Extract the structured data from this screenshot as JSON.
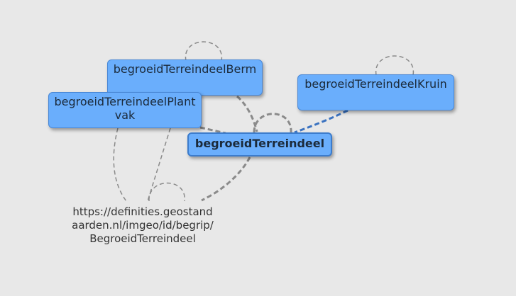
{
  "nodes": {
    "berm": {
      "label": "begroeidTerreindeelBerm"
    },
    "plantvak": {
      "label": "begroeidTerreindeelPlantvak"
    },
    "kruin": {
      "label": "begroeidTerreindeelKruin"
    },
    "main": {
      "label": "begroeidTerreindeel"
    },
    "uri": {
      "label": "https://definities.geostandaarden.nl/imgeo/id/begrip/BegroeidTerreindeel"
    }
  },
  "colors": {
    "background": "#e8e8e8",
    "node_fill": "#6aaefc",
    "node_border": "#4a88d6",
    "edge_gray": "#8a8a8a",
    "edge_blue": "#3a72c0"
  }
}
